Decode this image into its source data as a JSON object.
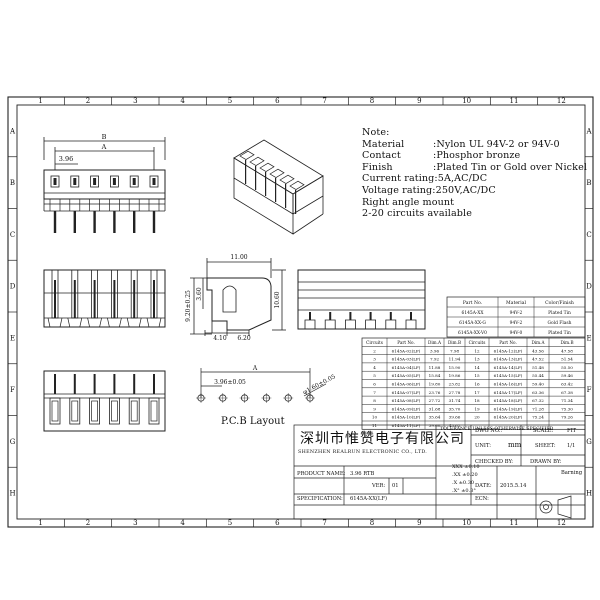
{
  "grid": {
    "cols": [
      "1",
      "2",
      "3",
      "4",
      "5",
      "6",
      "7",
      "8",
      "9",
      "10",
      "11",
      "12"
    ],
    "rows": [
      "A",
      "B",
      "C",
      "D",
      "E",
      "F",
      "G",
      "H"
    ]
  },
  "notes": {
    "title": "Note:",
    "items": [
      {
        "key": "Material",
        "value": ":Nylon UL 94V-2 or 94V-0"
      },
      {
        "key": "Contact",
        "value": ":Phosphor bronze"
      },
      {
        "key": "Finish",
        "value": ":Plated Tin or Gold over Nickel"
      }
    ],
    "lines": [
      "Current rating:5A,AC/DC",
      "Voltage rating:250V,AC/DC",
      "Right angle mount",
      "2-20 circuits available"
    ]
  },
  "dims": {
    "B": "B",
    "A": "A",
    "pitch": "3.96",
    "width_11": "11.00",
    "h_920": "9.20±0.25",
    "h_360": "3.60",
    "h_1060": "10.60",
    "w_410": "4.10",
    "w_620": "6.20",
    "pcb_A": "A",
    "pcb_pitch": "3.96±0.05",
    "pcb_hole": "φ1.60±0.05"
  },
  "pcb_label": "P.C.B Layout",
  "material_table": {
    "headers": [
      "Part No.",
      "Material",
      "Color/Finish"
    ],
    "rows": [
      [
        "6145A-XX",
        "94V-2",
        "Plated Tin"
      ],
      [
        "6145A-XX-G",
        "94V-2",
        "Gold Flash"
      ],
      [
        "6145A-XX-V0",
        "94V-0",
        "Plated Tin"
      ]
    ]
  },
  "circuit_table": {
    "headers": [
      "Circuits",
      "Part No.",
      "Dim.A",
      "Dim.B",
      "Circuits",
      "Part No.",
      "Dim.A",
      "Dim.B"
    ],
    "rows": [
      [
        "2",
        "6145A-02(LF)",
        "3.96",
        "7.98",
        "12",
        "6145A-12(LF)",
        "43.56",
        "47.58"
      ],
      [
        "3",
        "6145A-03(LF)",
        "7.92",
        "11.94",
        "13",
        "6145A-13(LF)",
        "47.52",
        "51.54"
      ],
      [
        "4",
        "6145A-04(LF)",
        "11.88",
        "15.90",
        "14",
        "6145A-14(LF)",
        "51.48",
        "55.50"
      ],
      [
        "5",
        "6145A-05(LF)",
        "15.84",
        "19.86",
        "15",
        "6145A-15(LF)",
        "55.44",
        "59.46"
      ],
      [
        "6",
        "6145A-06(LF)",
        "19.80",
        "23.82",
        "16",
        "6145A-16(LF)",
        "59.40",
        "63.42"
      ],
      [
        "7",
        "6145A-07(LF)",
        "23.76",
        "27.78",
        "17",
        "6145A-17(LF)",
        "63.36",
        "67.38"
      ],
      [
        "8",
        "6145A-08(LF)",
        "27.72",
        "31.74",
        "18",
        "6145A-18(LF)",
        "67.32",
        "71.34"
      ],
      [
        "9",
        "6145A-09(LF)",
        "31.68",
        "35.70",
        "19",
        "6145A-19(LF)",
        "71.28",
        "75.30"
      ],
      [
        "10",
        "6145A-10(LF)",
        "35.64",
        "39.66",
        "20",
        "6145A-20(LF)",
        "75.24",
        "79.26"
      ],
      [
        "11",
        "6145A-11(LF)",
        "39.60",
        "43.62",
        "",
        "",
        "",
        ""
      ]
    ]
  },
  "title_block": {
    "company_cn": "深圳市惟赞电子有限公司",
    "company_en": "SHENZHEN REALRUN ELECTRONIC CO., LTD.",
    "tolerance_title": "TOLERANCE UNLESS OTHERWISE SPECIFIED",
    "tolerances": [
      "XXX ±0.10",
      ".XX ±0.20",
      ".X ±0.30",
      ".X° ±0.3°"
    ],
    "dwg_no_label": "DWG NO.:",
    "scale_label": "SCALE:",
    "scale_value": "FIT",
    "unit_label": "UNIT:",
    "unit_value": "mm",
    "sheet_label": "SHEET:",
    "sheet_value": "1/1",
    "checked_label": "CHECKED BY:",
    "drawn_label": "DRAWN BY:",
    "drawn_value": "Barning",
    "product_label": "PRODUCT NAME:",
    "product_value": "3.96 RTB",
    "ver_label": "VER:",
    "ver_value": "01",
    "date_label": "DATE:",
    "date_value": "2015.5.14",
    "spec_label": "SPECIFICATION:",
    "spec_value": "6145A-XX(LF)",
    "ecn_label": "ECN:"
  }
}
